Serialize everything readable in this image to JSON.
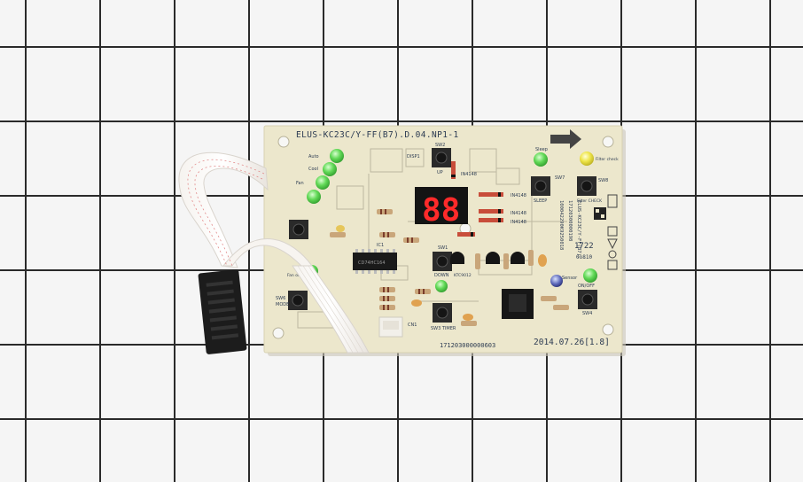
{
  "board": {
    "model_code": "ELUS-KC23C/Y-FF(B7).D.04.NP1-1",
    "serial_number": "171203000000603",
    "date_code": "2014.07.26[1.8]",
    "display_digits": "88",
    "side_serial": "17120300000198",
    "side_model": "ELUS-KC23C/Y-FF(B7).",
    "side_code": "100042290K9250018",
    "stamp_code": "1722",
    "stamp_code_2": "0o810"
  },
  "labels": {
    "auto_led": "Auto",
    "cool_led": "Cool",
    "fan_led": "Fan",
    "sleep_led": "Sleep",
    "filter_check_led": "Filter check",
    "swi_up": "SW2",
    "up": "UP",
    "disp": "DISP1",
    "sw1": "SW1",
    "down": "DOWN",
    "sleep": "SLEEP",
    "sw7": "SW7",
    "sw8": "SW8",
    "filter_check": "Filter CHECK",
    "sw6": "SW6",
    "mode": "MODE",
    "sw3": "SW3 TIMER",
    "onoff": "ON/OFF",
    "sw4": "SW4",
    "sensor_led": "Sensor",
    "fan_only": "Fan only",
    "ic1": "IC1",
    "ic_name": "CD74HC164",
    "in4148_1": "IN4148",
    "in4148_2": "IN4148",
    "in4148_3": "IN4148",
    "in4148_4": "IN4148",
    "ktc": "KTC9012",
    "cn": "CN1"
  },
  "colors": {
    "pcb": "#ece7cc",
    "led_green": "#5fd05a",
    "led_yellow": "#e8e24a",
    "display_red": "#ff2a2a",
    "ribbon": "#f4f0ec",
    "connector": "#1c1c1c"
  }
}
